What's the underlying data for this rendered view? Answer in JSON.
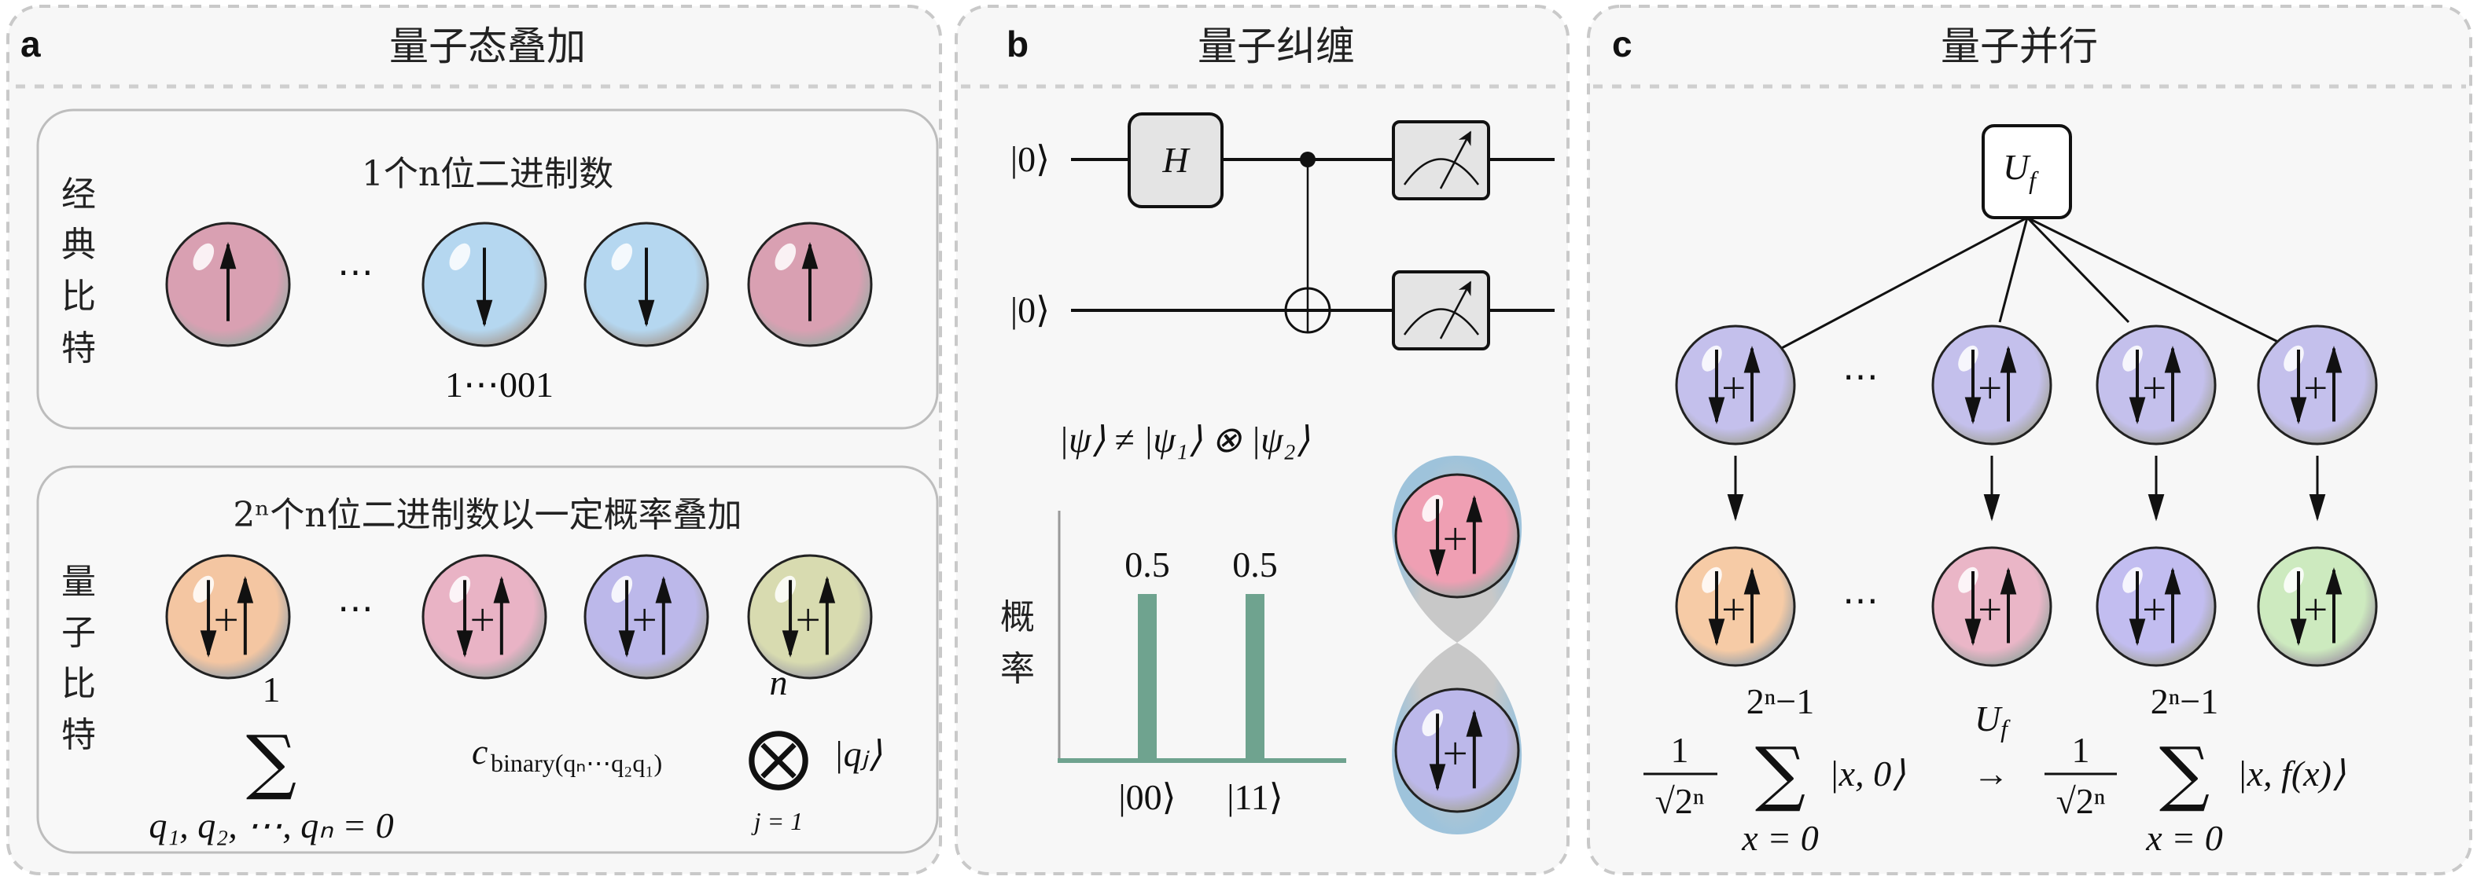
{
  "panels": {
    "a": {
      "label": "a",
      "title": "量子态叠加",
      "classical": {
        "title": "1个n位二进制数",
        "side_label": [
          "经",
          "典",
          "比",
          "特"
        ],
        "ellipsis": "⋯",
        "value": "1⋯001",
        "bits": [
          {
            "state": "up",
            "color": "#d9a0b2"
          },
          {
            "state": "down",
            "color": "#b5d7f0"
          },
          {
            "state": "down",
            "color": "#b5d7f0"
          },
          {
            "state": "up",
            "color": "#d9a0b2"
          }
        ]
      },
      "quantum": {
        "title": "2ⁿ个n位二进制数以一定概率叠加",
        "side_label": [
          "量",
          "子",
          "比",
          "特"
        ],
        "ellipsis": "⋯",
        "qubits": [
          {
            "state": "superposition",
            "color": "#f4c6a2"
          },
          {
            "state": "superposition",
            "color": "#e9b3c5"
          },
          {
            "state": "superposition",
            "color": "#bcb8ea"
          },
          {
            "state": "superposition",
            "color": "#d8dbb0"
          }
        ],
        "formula": {
          "sum_upper": "1",
          "sum_symbol": "∑",
          "sum_lower": "q₁, q₂, ⋯, qₙ = 0",
          "coef_c": "c",
          "coef_sub": "binary(qₙ⋯q₂q₁)",
          "tensor_upper": "n",
          "tensor_symbol": "⨂",
          "tensor_lower": "j = 1",
          "ket": "|qⱼ⟩"
        }
      }
    },
    "b": {
      "label": "b",
      "title": "量子纠缠",
      "circuit": {
        "input1": "|0⟩",
        "input2": "|0⟩",
        "gate": "H"
      },
      "inequality": "|ψ⟩ ≠ |ψ₁⟩ ⊗ |ψ₂⟩",
      "entangled_colors": [
        "#ef9fb3",
        "#bcb8ea"
      ],
      "halo_color": "#9ec3db"
    },
    "c": {
      "label": "c",
      "title": "量子并行",
      "gate": "U",
      "gate_sub": "f",
      "ellipsis": "⋯",
      "input_color": "#c4c0ec",
      "outputs": [
        "#f6cba6",
        "#eab6c7",
        "#c2bdf0",
        "#cdeabf"
      ],
      "formula": {
        "frac_num": "1",
        "frac_den": "√2ⁿ",
        "sum_symbol": "∑",
        "sum_upper": "2ⁿ−1",
        "sum_lower": "x = 0",
        "ket_in": "|x, 0⟩",
        "arrow": "→",
        "arrow_label": "U",
        "arrow_label_sub": "f",
        "ket_out": "|x, f(x)⟩"
      }
    }
  },
  "chart_data": {
    "type": "bar",
    "categories": [
      "|00⟩",
      "|11⟩"
    ],
    "values": [
      0.5,
      0.5
    ],
    "value_labels": [
      "0.5",
      "0.5"
    ],
    "ylabel": [
      "概",
      "率"
    ],
    "ylim": [
      0,
      0.75
    ],
    "bar_color": "#6fa38f"
  }
}
